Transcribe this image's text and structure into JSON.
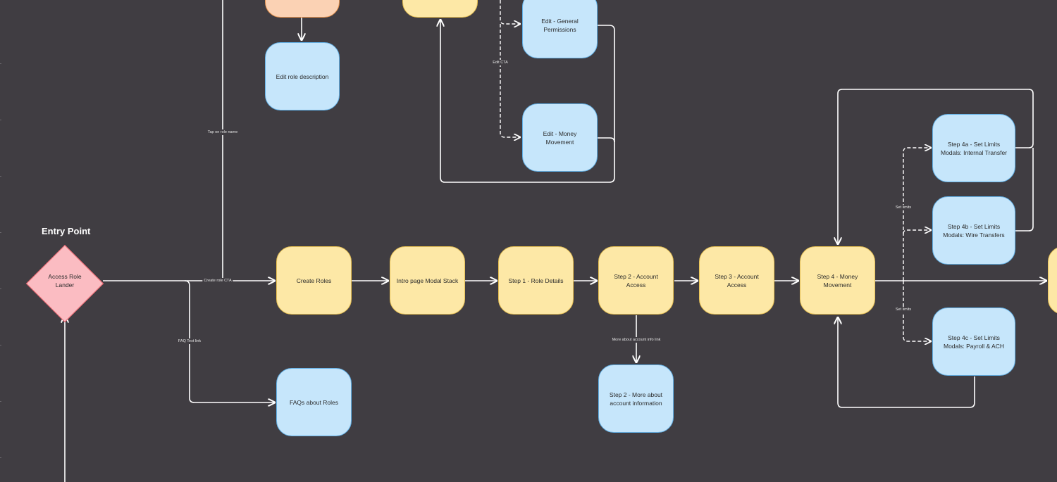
{
  "diagram": {
    "title": "Entry Point",
    "entry": "Access Role\nLander",
    "nodes": {
      "create_roles": "Create Roles",
      "intro_modal": "Intro page Modal Stack",
      "step1": "Step 1 - Role Details",
      "step2": "Step 2 - Account\nAccess",
      "step3": "Step 3 - Account\nAccess",
      "step4": "Step 4 - Money\nMovement",
      "step4a": "Step 4a - Set Limits\nModals: Internal Transfer",
      "step4b": "Step 4b - Set Limits\nModals: Wire Transfers",
      "step4c": "Step 4c - Set Limits\nModals: Payroll & ACH",
      "faqs": "FAQs about Roles",
      "step2_more": "Step 2 - More about\naccount information",
      "edit_role_desc": "Edit role description",
      "edit_general": "Edit - General\nPermissions",
      "edit_money": "Edit - Money Movement"
    },
    "edge_labels": {
      "create_role_cta": "Create role CTA",
      "faq_text_link": "FAQ Text link",
      "tap_on_role_name": "Tap on role name",
      "edit_cta": "Edit CTA",
      "more_account_info": "More about account info link",
      "set_limits_top": "Set limits",
      "set_limits_bottom": "Set limits"
    },
    "colors": {
      "background": "#403d42",
      "yellow_fill": "#fde8a6",
      "blue_fill": "#c6e6fb",
      "pink_fill": "#fbbcc2",
      "orange_fill": "#fbd2b4",
      "connector": "#ffffff"
    }
  }
}
